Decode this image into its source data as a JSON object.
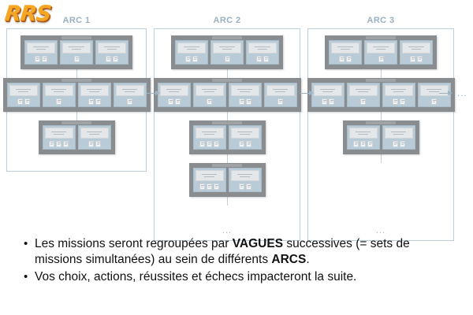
{
  "logo": {
    "text": "RRS",
    "color": "#F5A623"
  },
  "diagram": {
    "arcs": [
      {
        "title": "ARC 1",
        "waves": [
          {
            "cards": [
              {
                "icons": 2
              },
              {
                "icons": 1
              },
              {
                "icons": 2
              }
            ]
          },
          {
            "cards": [
              {
                "icons": 2
              },
              {
                "icons": 1
              },
              {
                "icons": 2
              },
              {
                "icons": 1
              }
            ]
          },
          {
            "cards": [
              {
                "icons": 3
              },
              {
                "icons": 2
              }
            ]
          }
        ],
        "trailing_dots": ""
      },
      {
        "title": "ARC 2",
        "waves": [
          {
            "cards": [
              {
                "icons": 2
              },
              {
                "icons": 1
              },
              {
                "icons": 2
              }
            ]
          },
          {
            "cards": [
              {
                "icons": 2
              },
              {
                "icons": 1
              },
              {
                "icons": 2
              },
              {
                "icons": 1
              }
            ]
          },
          {
            "cards": [
              {
                "icons": 3
              },
              {
                "icons": 2
              }
            ]
          },
          {
            "cards": [
              {
                "icons": 3
              },
              {
                "icons": 2
              }
            ]
          }
        ],
        "trailing_dots": "..."
      },
      {
        "title": "ARC 3",
        "waves": [
          {
            "cards": [
              {
                "icons": 2
              },
              {
                "icons": 1
              },
              {
                "icons": 2
              }
            ]
          },
          {
            "cards": [
              {
                "icons": 2
              },
              {
                "icons": 1
              },
              {
                "icons": 2
              },
              {
                "icons": 1
              }
            ]
          },
          {
            "cards": [
              {
                "icons": 3
              },
              {
                "icons": 2
              }
            ]
          }
        ],
        "trailing_dots": "..."
      }
    ],
    "end_dots": "...",
    "colors": {
      "panel_border": "#BBD0DE",
      "arc_title": "#9AAFC0",
      "wave_block": "#8A8D8F",
      "card_body": "#B9CBD6",
      "card_head": "#E4E7E9",
      "arrow": "#9FB4C4"
    }
  },
  "bullets": [
    {
      "marker": "•",
      "parts": [
        {
          "text": "Les missions seront regroupées par ",
          "bold": false
        },
        {
          "text": "VAGUES",
          "bold": true
        },
        {
          "text": " successives (= sets de missions simultanées) au sein de différents ",
          "bold": false
        },
        {
          "text": "ARCS",
          "bold": true
        },
        {
          "text": ".",
          "bold": false
        }
      ]
    },
    {
      "marker": "•",
      "parts": [
        {
          "text": "Vos choix, actions, réussites et échecs impacteront la suite.",
          "bold": false
        }
      ]
    }
  ]
}
